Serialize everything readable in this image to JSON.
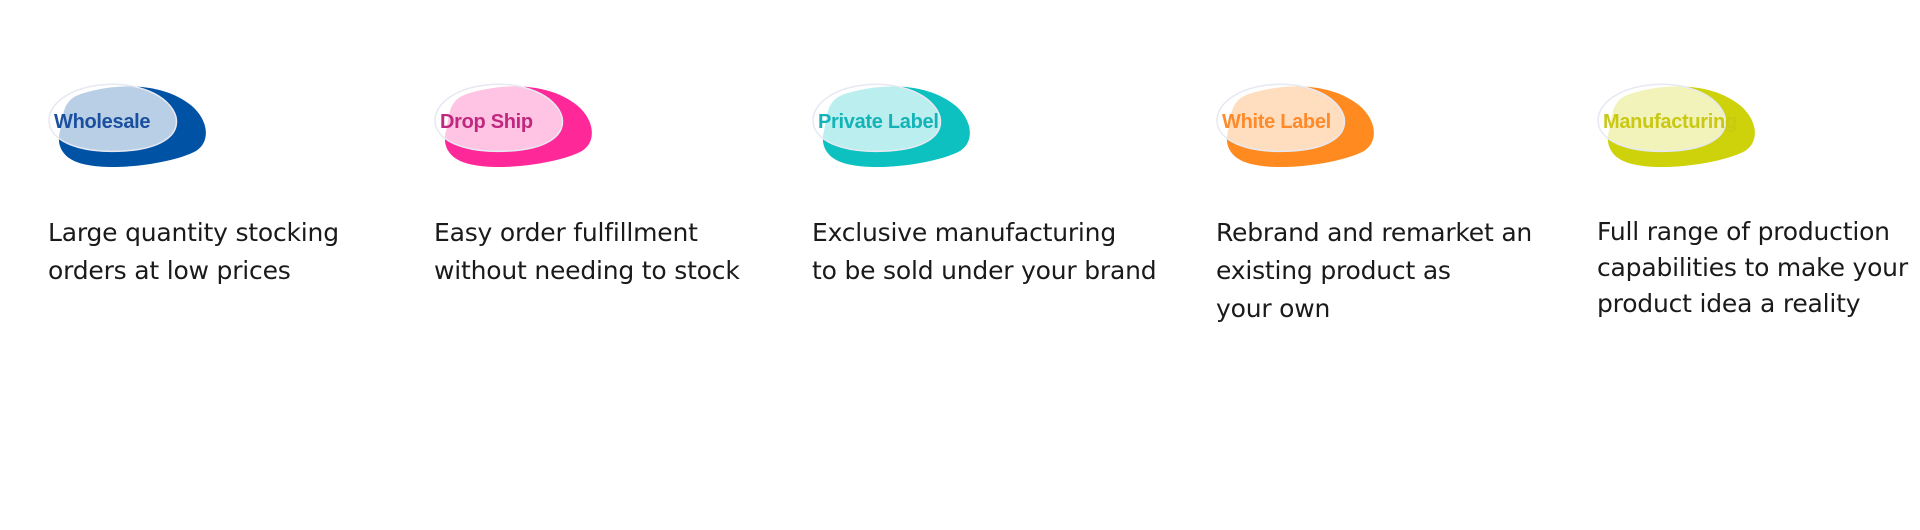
{
  "services": [
    {
      "name": "Wholesale",
      "color": "#0052a5",
      "label_color": "#1b4fa0",
      "lines": [
        "Large quantity stocking",
        "orders at low prices"
      ]
    },
    {
      "name": "Drop Ship",
      "color": "#ff2899",
      "label_color": "#c0287f",
      "lines": [
        "Easy order fulfillment",
        "without needing to stock"
      ]
    },
    {
      "name": "Private Label",
      "color": "#0cc1c0",
      "label_color": "#13b3b8",
      "lines": [
        "Exclusive manufacturing",
        "to be sold under your brand"
      ]
    },
    {
      "name": "White Label",
      "color": "#ff8a1f",
      "label_color": "#ff8a2a",
      "lines": [
        "Rebrand and remarket an",
        "existing product as",
        "your own"
      ]
    },
    {
      "name": "Manufacturing",
      "color": "#cdd20a",
      "label_color": "#c9c813",
      "lines": [
        "Full range of production",
        "capabilities to make your",
        "product idea a reality"
      ]
    }
  ]
}
